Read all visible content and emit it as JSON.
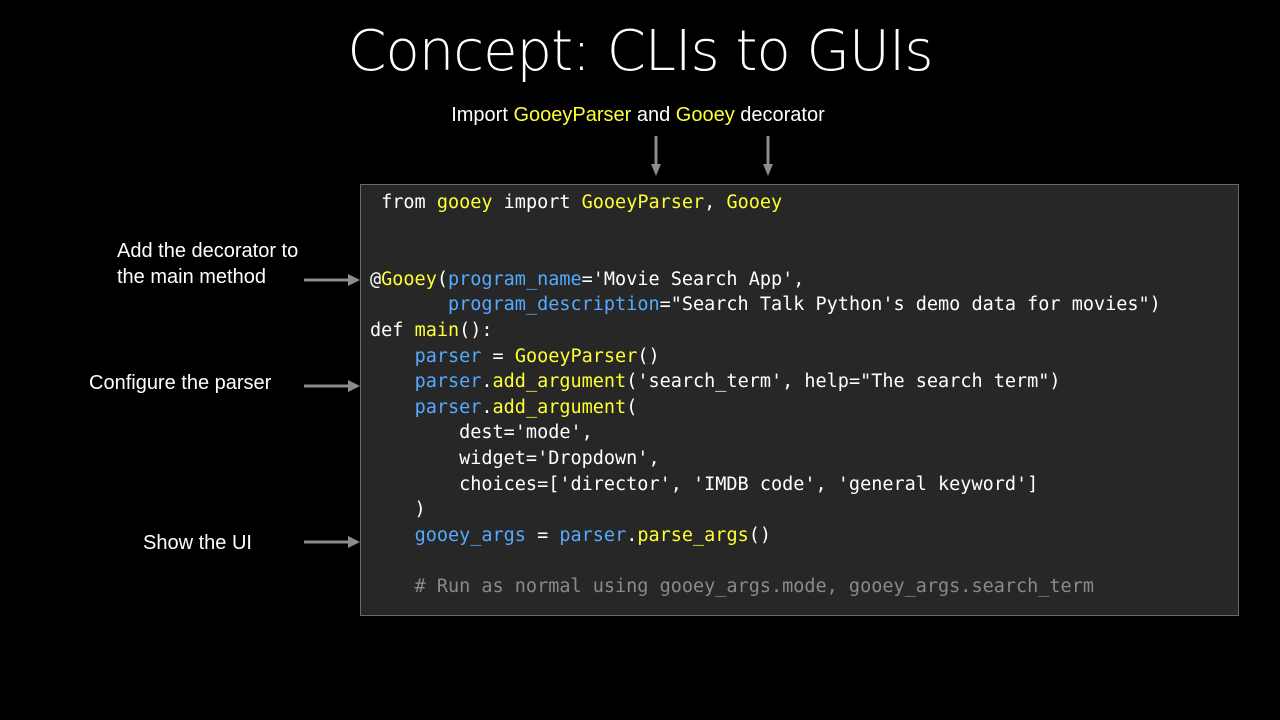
{
  "slide": {
    "title": "Concept: CLIs to GUIs",
    "top_caption": {
      "prefix": "Import ",
      "hl1": "GooeyParser",
      "middle": " and ",
      "hl2": "Gooey",
      "suffix": " decorator"
    },
    "labels": {
      "decorator_line1": "Add the decorator to",
      "decorator_line2": "the main method",
      "configure": "Configure the parser",
      "show": "Show the UI"
    }
  },
  "colors": {
    "background": "#000000",
    "highlight": "#ffff33",
    "identifier": "#55aaff",
    "comment": "#8a8a8a",
    "panel": "#272727"
  },
  "code": {
    "lines": [
      [
        {
          "t": " from ",
          "c": "kw"
        },
        {
          "t": "gooey",
          "c": "fn"
        },
        {
          "t": " import ",
          "c": "kw"
        },
        {
          "t": "GooeyParser",
          "c": "fn"
        },
        {
          "t": ", ",
          "c": "kw"
        },
        {
          "t": "Gooey",
          "c": "fn"
        }
      ],
      [],
      [],
      [
        {
          "t": "@",
          "c": "kw"
        },
        {
          "t": "Gooey",
          "c": "fn"
        },
        {
          "t": "(",
          "c": "kw"
        },
        {
          "t": "program_name",
          "c": "var"
        },
        {
          "t": "='Movie Search App',",
          "c": "str"
        }
      ],
      [
        {
          "t": "       ",
          "c": "kw"
        },
        {
          "t": "program_description",
          "c": "var"
        },
        {
          "t": "=\"Search Talk Python's demo data for movies\")",
          "c": "str"
        }
      ],
      [
        {
          "t": "def ",
          "c": "kw"
        },
        {
          "t": "main",
          "c": "fn"
        },
        {
          "t": "():",
          "c": "kw"
        }
      ],
      [
        {
          "t": "    ",
          "c": "kw"
        },
        {
          "t": "parser",
          "c": "var"
        },
        {
          "t": " = ",
          "c": "kw"
        },
        {
          "t": "GooeyParser",
          "c": "fn"
        },
        {
          "t": "()",
          "c": "kw"
        }
      ],
      [
        {
          "t": "    ",
          "c": "kw"
        },
        {
          "t": "parser",
          "c": "var"
        },
        {
          "t": ".",
          "c": "kw"
        },
        {
          "t": "add_argument",
          "c": "fn"
        },
        {
          "t": "('search_term', help=\"The search term\")",
          "c": "str"
        }
      ],
      [
        {
          "t": "    ",
          "c": "kw"
        },
        {
          "t": "parser",
          "c": "var"
        },
        {
          "t": ".",
          "c": "kw"
        },
        {
          "t": "add_argument",
          "c": "fn"
        },
        {
          "t": "(",
          "c": "kw"
        }
      ],
      [
        {
          "t": "        dest='mode',",
          "c": "str"
        }
      ],
      [
        {
          "t": "        widget='Dropdown',",
          "c": "str"
        }
      ],
      [
        {
          "t": "        choices=['director', 'IMDB code', 'general keyword']",
          "c": "str"
        }
      ],
      [
        {
          "t": "    )",
          "c": "kw"
        }
      ],
      [
        {
          "t": "    ",
          "c": "kw"
        },
        {
          "t": "gooey_args",
          "c": "var"
        },
        {
          "t": " = ",
          "c": "kw"
        },
        {
          "t": "parser",
          "c": "var"
        },
        {
          "t": ".",
          "c": "kw"
        },
        {
          "t": "parse_args",
          "c": "fn"
        },
        {
          "t": "()",
          "c": "kw"
        }
      ],
      [],
      [
        {
          "t": "    # Run as normal using gooey_args.mode, gooey_args.search_term",
          "c": "cm"
        }
      ]
    ]
  }
}
